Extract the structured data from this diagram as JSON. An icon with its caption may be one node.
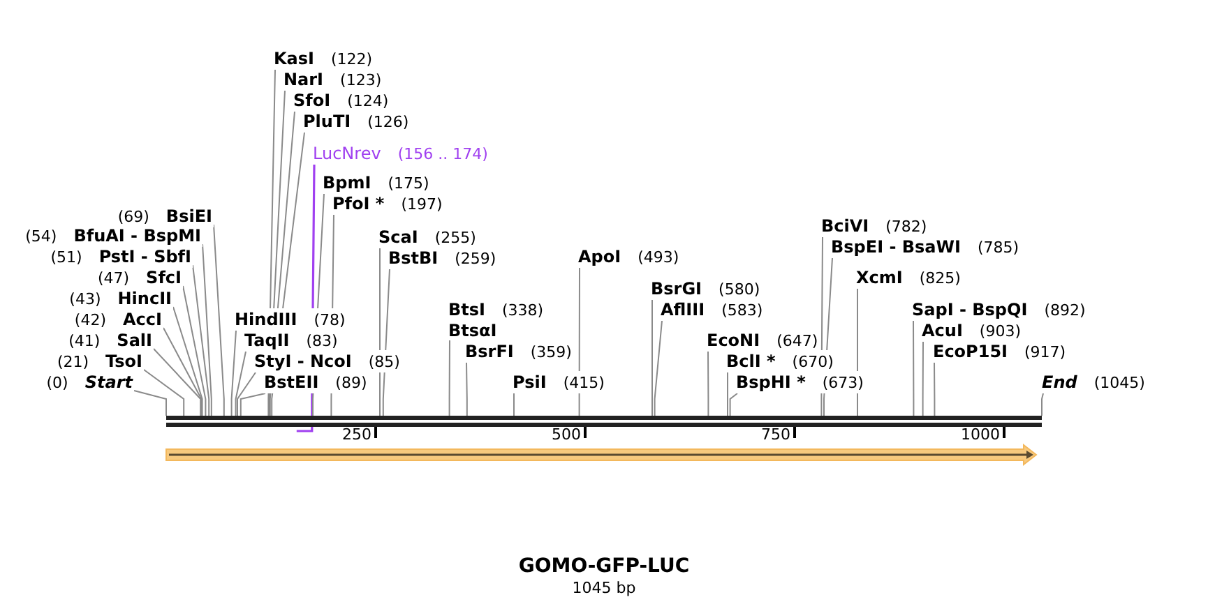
{
  "diagram": {
    "title": "GOMO-GFP-LUC",
    "caption": "1045 bp",
    "nodes": [
      {
        "text": [
          "KasI",
          "(122)"
        ]
      },
      {
        "text": [
          "NarI",
          "(123)"
        ]
      },
      {
        "text": [
          "SfoI",
          "(124)"
        ]
      },
      {
        "text": [
          "PluTI",
          "(126)"
        ]
      },
      {
        "text": [
          "LucNrev",
          "(156 .. 174)"
        ]
      },
      {
        "text": [
          "BpmI",
          "(175)"
        ]
      },
      {
        "text": [
          "PfoI *",
          "(197)"
        ]
      },
      {
        "text": [
          "(69)",
          "BsiEI"
        ]
      },
      {
        "text": [
          "BciVI",
          "(782)"
        ]
      },
      {
        "text": [
          "(54)",
          "BfuAI - BspMI"
        ]
      },
      {
        "text": [
          "ScaI",
          "(255)"
        ]
      },
      {
        "text": [
          "BspEI - BsaWI",
          "(785)"
        ]
      },
      {
        "text": [
          "(51)",
          "PstI - SbfI"
        ]
      },
      {
        "text": [
          "BstBI",
          "(259)"
        ]
      },
      {
        "text": [
          "ApoI",
          "(493)"
        ]
      },
      {
        "text": [
          "(47)",
          "SfcI"
        ]
      },
      {
        "text": [
          "XcmI",
          "(825)"
        ]
      },
      {
        "text": [
          "BsrGI",
          "(580)"
        ]
      },
      {
        "text": [
          "(43)",
          "HincII"
        ]
      },
      {
        "text": [
          "BtsI",
          "(338)",
          "BtsαI"
        ]
      },
      {
        "text": [
          "AflIII",
          "(583)"
        ]
      },
      {
        "text": [
          "SapI - BspQI",
          "(892)"
        ]
      },
      {
        "text": [
          "(42)",
          "AccI"
        ]
      },
      {
        "text": [
          "HindIII",
          "(78)"
        ]
      },
      {
        "text": [
          "BsrFI",
          "(359)"
        ]
      },
      {
        "text": [
          "AcuI",
          "(903)"
        ]
      },
      {
        "text": [
          "(41)",
          "SalI"
        ]
      },
      {
        "text": [
          "TaqII",
          "(83)"
        ]
      },
      {
        "text": [
          "EcoNI",
          "(647)"
        ]
      },
      {
        "text": [
          "EcoP15I",
          "(917)"
        ]
      },
      {
        "text": [
          "(21)",
          "TsoI"
        ]
      },
      {
        "text": [
          "StyI - NcoI",
          "(85)"
        ]
      },
      {
        "text": [
          "BclI *",
          "(670)"
        ]
      },
      {
        "text": [
          "(0)",
          "Start"
        ]
      },
      {
        "text": [
          "BstEII",
          "(89)"
        ]
      },
      {
        "text": [
          "PsiI",
          "(415)"
        ]
      },
      {
        "text": [
          "BspHI *",
          "(673)"
        ]
      },
      {
        "text": [
          "End",
          "(1045)"
        ]
      },
      {
        "text": [],
        "shape": "bar"
      }
    ],
    "edges": [
      {
        "from": 0,
        "to": 38,
        "arrow": "none"
      },
      {
        "from": 1,
        "to": 38,
        "arrow": "none"
      },
      {
        "from": 2,
        "to": 38,
        "arrow": "none"
      },
      {
        "from": 3,
        "to": 38,
        "arrow": "none"
      },
      {
        "from": 4,
        "to": 38,
        "arrow": "none",
        "color": "#a040f0"
      },
      {
        "from": 5,
        "to": 38,
        "arrow": "none"
      },
      {
        "from": 6,
        "to": 38,
        "arrow": "none"
      },
      {
        "from": 7,
        "to": 38,
        "arrow": "none"
      },
      {
        "from": 8,
        "to": 38,
        "arrow": "none"
      },
      {
        "from": 9,
        "to": 38,
        "arrow": "none"
      },
      {
        "from": 10,
        "to": 38,
        "arrow": "none"
      },
      {
        "from": 11,
        "to": 38,
        "arrow": "none"
      },
      {
        "from": 12,
        "to": 38,
        "arrow": "none"
      },
      {
        "from": 13,
        "to": 38,
        "arrow": "none"
      },
      {
        "from": 14,
        "to": 38,
        "arrow": "none"
      },
      {
        "from": 15,
        "to": 38,
        "arrow": "none"
      },
      {
        "from": 16,
        "to": 38,
        "arrow": "none"
      },
      {
        "from": 17,
        "to": 38,
        "arrow": "none"
      },
      {
        "from": 18,
        "to": 38,
        "arrow": "none"
      },
      {
        "from": 19,
        "to": 38,
        "arrow": "none"
      },
      {
        "from": 20,
        "to": 38,
        "arrow": "none"
      },
      {
        "from": 21,
        "to": 38,
        "arrow": "none"
      },
      {
        "from": 22,
        "to": 38,
        "arrow": "none"
      },
      {
        "from": 23,
        "to": 38,
        "arrow": "none"
      },
      {
        "from": 24,
        "to": 38,
        "arrow": "none"
      },
      {
        "from": 25,
        "to": 38,
        "arrow": "none"
      },
      {
        "from": 26,
        "to": 38,
        "arrow": "none"
      },
      {
        "from": 27,
        "to": 38,
        "arrow": "none"
      },
      {
        "from": 28,
        "to": 38,
        "arrow": "none"
      },
      {
        "from": 29,
        "to": 38,
        "arrow": "none"
      },
      {
        "from": 30,
        "to": 38,
        "arrow": "none"
      },
      {
        "from": 31,
        "to": 38,
        "arrow": "none"
      },
      {
        "from": 32,
        "to": 38,
        "arrow": "none"
      },
      {
        "from": 33,
        "to": 38,
        "arrow": "none"
      },
      {
        "from": 34,
        "to": 38,
        "arrow": "none"
      },
      {
        "from": 35,
        "to": 38,
        "arrow": "none"
      },
      {
        "from": 36,
        "to": 38,
        "arrow": "none"
      },
      {
        "from": 37,
        "to": 38,
        "arrow": "none"
      }
    ],
    "labels": [
      "250",
      "500",
      "750",
      "1000"
    ]
  }
}
